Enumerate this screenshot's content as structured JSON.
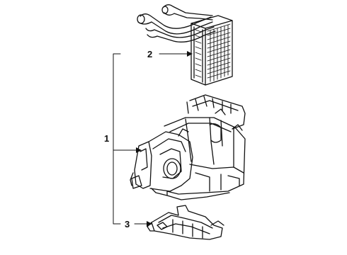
{
  "callouts": [
    {
      "id": "1",
      "label": "1"
    },
    {
      "id": "2",
      "label": "2"
    },
    {
      "id": "3",
      "label": "3"
    }
  ],
  "parts": [
    "heater-core",
    "heater-housing",
    "lower-duct"
  ],
  "colors": {
    "line": "#111111",
    "background": "#ffffff"
  }
}
